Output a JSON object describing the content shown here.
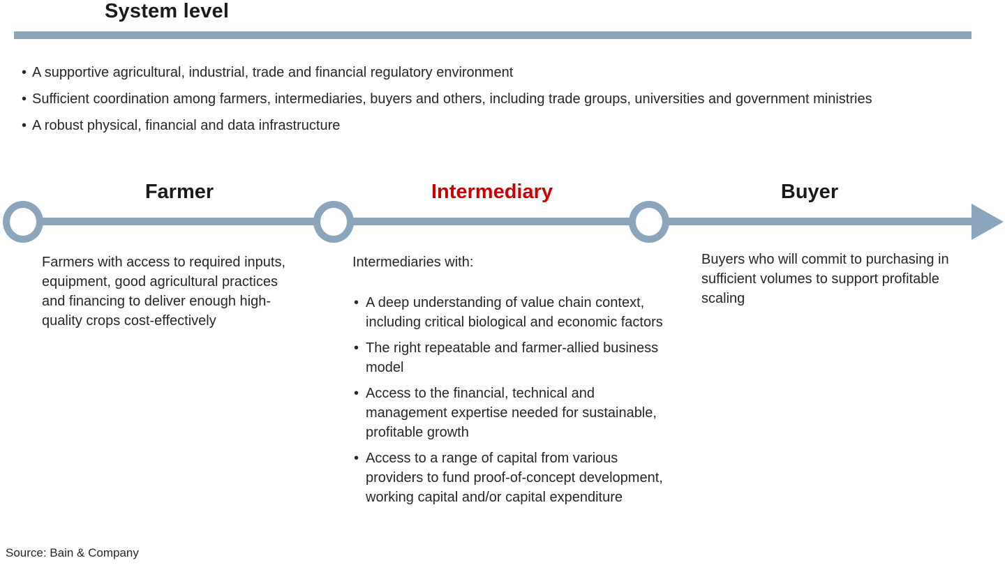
{
  "colors": {
    "accent_blue": "#8ba5bd",
    "highlight_red": "#cc0000",
    "text": "#262626"
  },
  "header": {
    "title": "System level"
  },
  "system_level": {
    "bullets": [
      "A supportive agricultural, industrial, trade and financial regulatory environment",
      "Sufficient coordination among farmers, intermediaries, buyers and others, including trade groups, universities and government ministries",
      "A robust physical, financial and data infrastructure"
    ]
  },
  "timeline": {
    "stages": [
      {
        "label": "Farmer",
        "emphasis": "normal",
        "description": "Farmers with access to required inputs, equipment, good agricultural practices and financing to deliver enough high-quality crops cost-effectively"
      },
      {
        "label": "Intermediary",
        "emphasis": "highlight",
        "intro": "Intermediaries with:",
        "bullets": [
          "A deep understanding of value chain context, including critical biological and economic factors",
          "The right repeatable and farmer-allied business model",
          "Access to the financial, technical and management expertise needed for sustainable, profitable growth",
          "Access to a range of capital from various providers to fund proof-of-concept development, working capital and/or capital expenditure"
        ]
      },
      {
        "label": "Buyer",
        "emphasis": "normal",
        "description": "Buyers who will commit to purchasing in sufficient volumes to support profitable scaling"
      }
    ]
  },
  "footer": {
    "source": "Source: Bain & Company"
  }
}
